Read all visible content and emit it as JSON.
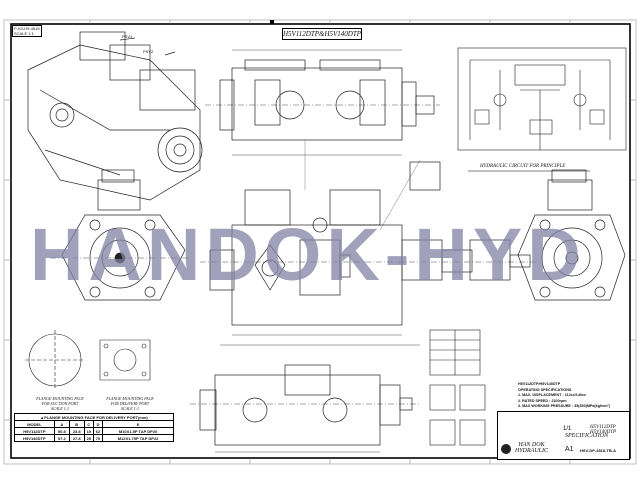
{
  "drawing": {
    "title": "H5V112DTP&H5V140DTP",
    "corner_code": "P-K0-H9-4518",
    "corner_sub": "SCALE 1:1",
    "watermark": "HANDOK-HYD",
    "circuit_caption": "HYDRAULIC CIRCUIT FOR PRINCIPLE",
    "balloons": [
      "PSV1",
      "PSV2"
    ],
    "flange_captions": [
      {
        "title": "FLANGE MOUNTING FACE",
        "sub": "FOR SUCTION PORT",
        "scale": "SCALE 1:1"
      },
      {
        "title": "FLANGE MOUNTING FACE",
        "sub": "FOR DELIVERY PORT",
        "scale": "SCALE 1:1"
      }
    ]
  },
  "flange_table": {
    "title": "▲FLANGE MOUNTING FACE FOR DELIVERY PORT(mm)",
    "headers": [
      "MODEL",
      "A",
      "B",
      "C",
      "D",
      "E"
    ],
    "rows": [
      [
        "H5V112DTP",
        "50.8",
        "23.8",
        "19",
        "62",
        "M10X1.5P TAP DP20"
      ],
      [
        "H5V140DTP",
        "57.2",
        "27.8",
        "25",
        "70",
        "M12X1.75P TAP DP22"
      ]
    ]
  },
  "specifications": {
    "models": "H5V112DTP/H5V140DTP",
    "heading": "OPERATING SPECIFICATIONS",
    "lines": [
      "1. MAX. DISPLACEMENT : 112cc/140cc",
      "2. RATED SPEED : 2100rpm",
      "3. MAX WORKING PRESSURE : 35(350)MPa(kgf/cm²)"
    ]
  },
  "title_block": {
    "model_lines": [
      "H5V112DTP",
      "H5V140DTP"
    ],
    "doc_type": "SPECIFICATION",
    "company_line1": "HAN DOK",
    "company_line2": "HYDRAULIC",
    "sheet_size": "A1",
    "drawing_no": "HSV-DP-4518-TB-A",
    "scale": "1/1"
  }
}
